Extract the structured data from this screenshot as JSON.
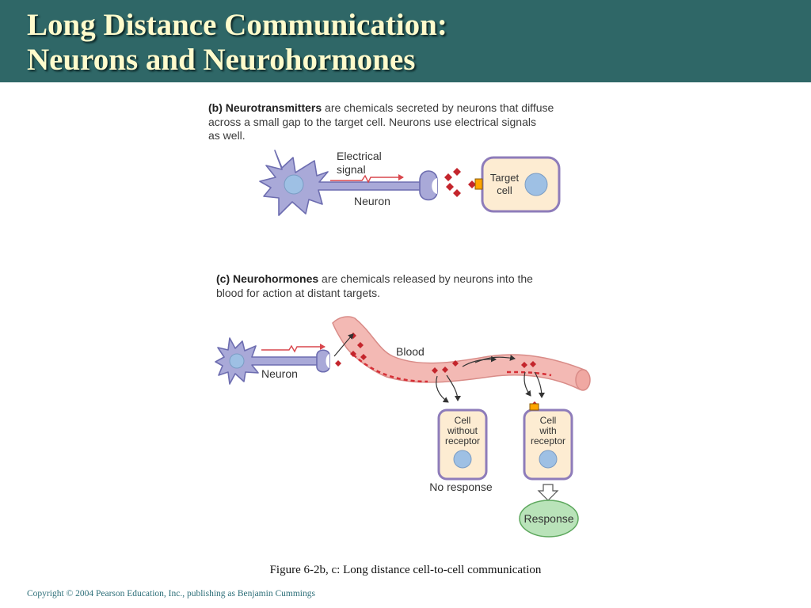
{
  "slide": {
    "title_line1": "Long Distance Communication:",
    "title_line2": "Neurons and Neurohormones",
    "figure_caption": "Figure 6-2b, c: Long distance cell-to-cell communication",
    "copyright": "Copyright © 2004 Pearson Education, Inc., publishing as Benjamin Cummings"
  },
  "panel_b": {
    "caption_tag": "(b)",
    "caption_term": "Neurotransmitters",
    "caption_line1": " are chemicals secreted by neurons that diffuse",
    "caption_line2": "across a small gap to the target cell. Neurons use electrical signals",
    "caption_line3": "as well.",
    "label_electrical_1": "Electrical",
    "label_electrical_2": "signal",
    "label_neuron": "Neuron",
    "label_target_1": "Target",
    "label_target_2": "cell"
  },
  "panel_c": {
    "caption_tag": "(c)",
    "caption_term": "Neurohormones",
    "caption_line1": " are chemicals released by neurons into the",
    "caption_line2": "blood for action at distant targets.",
    "label_neuron": "Neuron",
    "label_blood": "Blood",
    "cell1_line1": "Cell",
    "cell1_line2": "without",
    "cell1_line3": "receptor",
    "cell2_line1": "Cell",
    "cell2_line2": "with",
    "cell2_line3": "receptor",
    "label_no_response": "No response",
    "label_response": "Response"
  },
  "colors": {
    "title_bar": "#2f6767",
    "title_text": "#fffbcc",
    "neuron_fill": "#a9a9d8",
    "neuron_stroke": "#6d6db0",
    "nucleus_fill": "#9ec0e4",
    "cell_fill": "#fdecd2",
    "cell_stroke": "#8e7cba",
    "chemical": "#c4252c",
    "receptor": "#ffa500",
    "blood_fill": "#f3b9b4",
    "blood_stroke": "#d98c88",
    "response_fill": "#b9e3b9",
    "response_stroke": "#5ea85e",
    "copyright_text": "#2c6e78"
  }
}
